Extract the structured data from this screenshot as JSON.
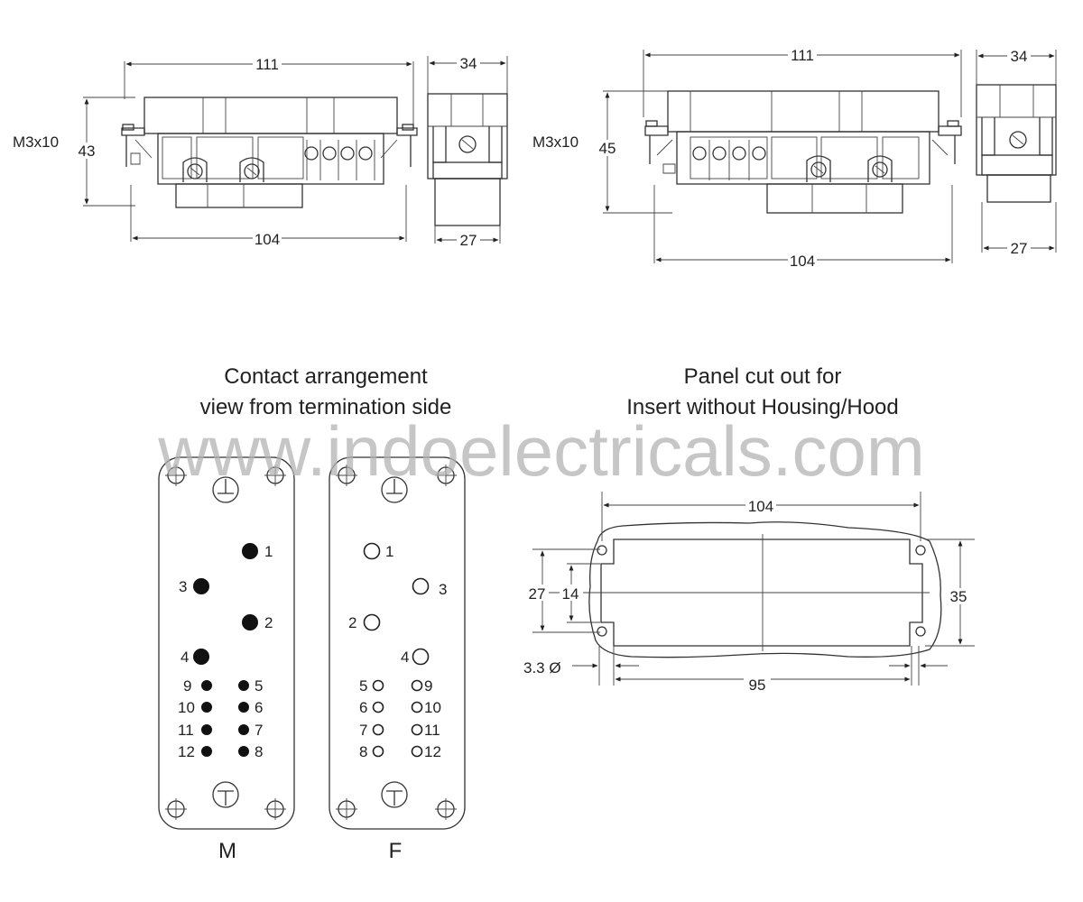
{
  "drawings": {
    "left_front": {
      "length_top": "111",
      "length_bottom": "104",
      "height": "43",
      "screw": "M3x10"
    },
    "left_side": {
      "width_top": "34",
      "width_bottom": "27"
    },
    "right_front": {
      "length_top": "111",
      "length_bottom": "104",
      "height": "45",
      "screw": "M3x10"
    },
    "right_side": {
      "width_top": "34",
      "width_bottom": "27"
    }
  },
  "contact_arrangement": {
    "title_line1": "Contact arrangement",
    "title_line2": "view from termination side",
    "male_label": "M",
    "female_label": "F",
    "male_pins": [
      "1",
      "2",
      "3",
      "4",
      "5",
      "6",
      "7",
      "8",
      "9",
      "10",
      "11",
      "12"
    ],
    "female_pins": [
      "1",
      "2",
      "3",
      "4",
      "5",
      "6",
      "7",
      "8",
      "9",
      "10",
      "11",
      "12"
    ]
  },
  "panel_cutout": {
    "title_line1": "Panel cut out for",
    "title_line2": "Insert without Housing/Hood",
    "width_top": "104",
    "width_bottom": "95",
    "height_outer": "27",
    "height_inner": "14",
    "height_right": "35",
    "hole_dia": "3.3 Ø"
  },
  "watermark": "www.indoelectricals.com"
}
